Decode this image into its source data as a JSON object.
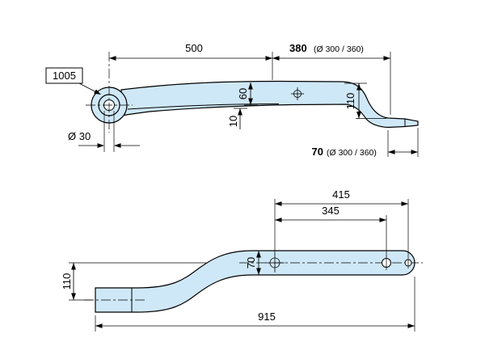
{
  "colors": {
    "background": "#ffffff",
    "part_fill": "#cfe8f7",
    "outline": "#000000"
  },
  "side_view": {
    "callout_1005": "1005",
    "dim_500": "500",
    "dim_380": "380",
    "dim_380_note": "(Ø 300 / 360)",
    "dim_eye_bore": "Ø 30",
    "dim_60": "60",
    "dim_10": "10",
    "dim_110": "110",
    "dim_70": "70",
    "dim_70_note": "(Ø 300 / 360)"
  },
  "plan_view": {
    "dim_415": "415",
    "dim_345": "345",
    "dim_70": "70",
    "dim_110": "110",
    "dim_915": "915"
  }
}
